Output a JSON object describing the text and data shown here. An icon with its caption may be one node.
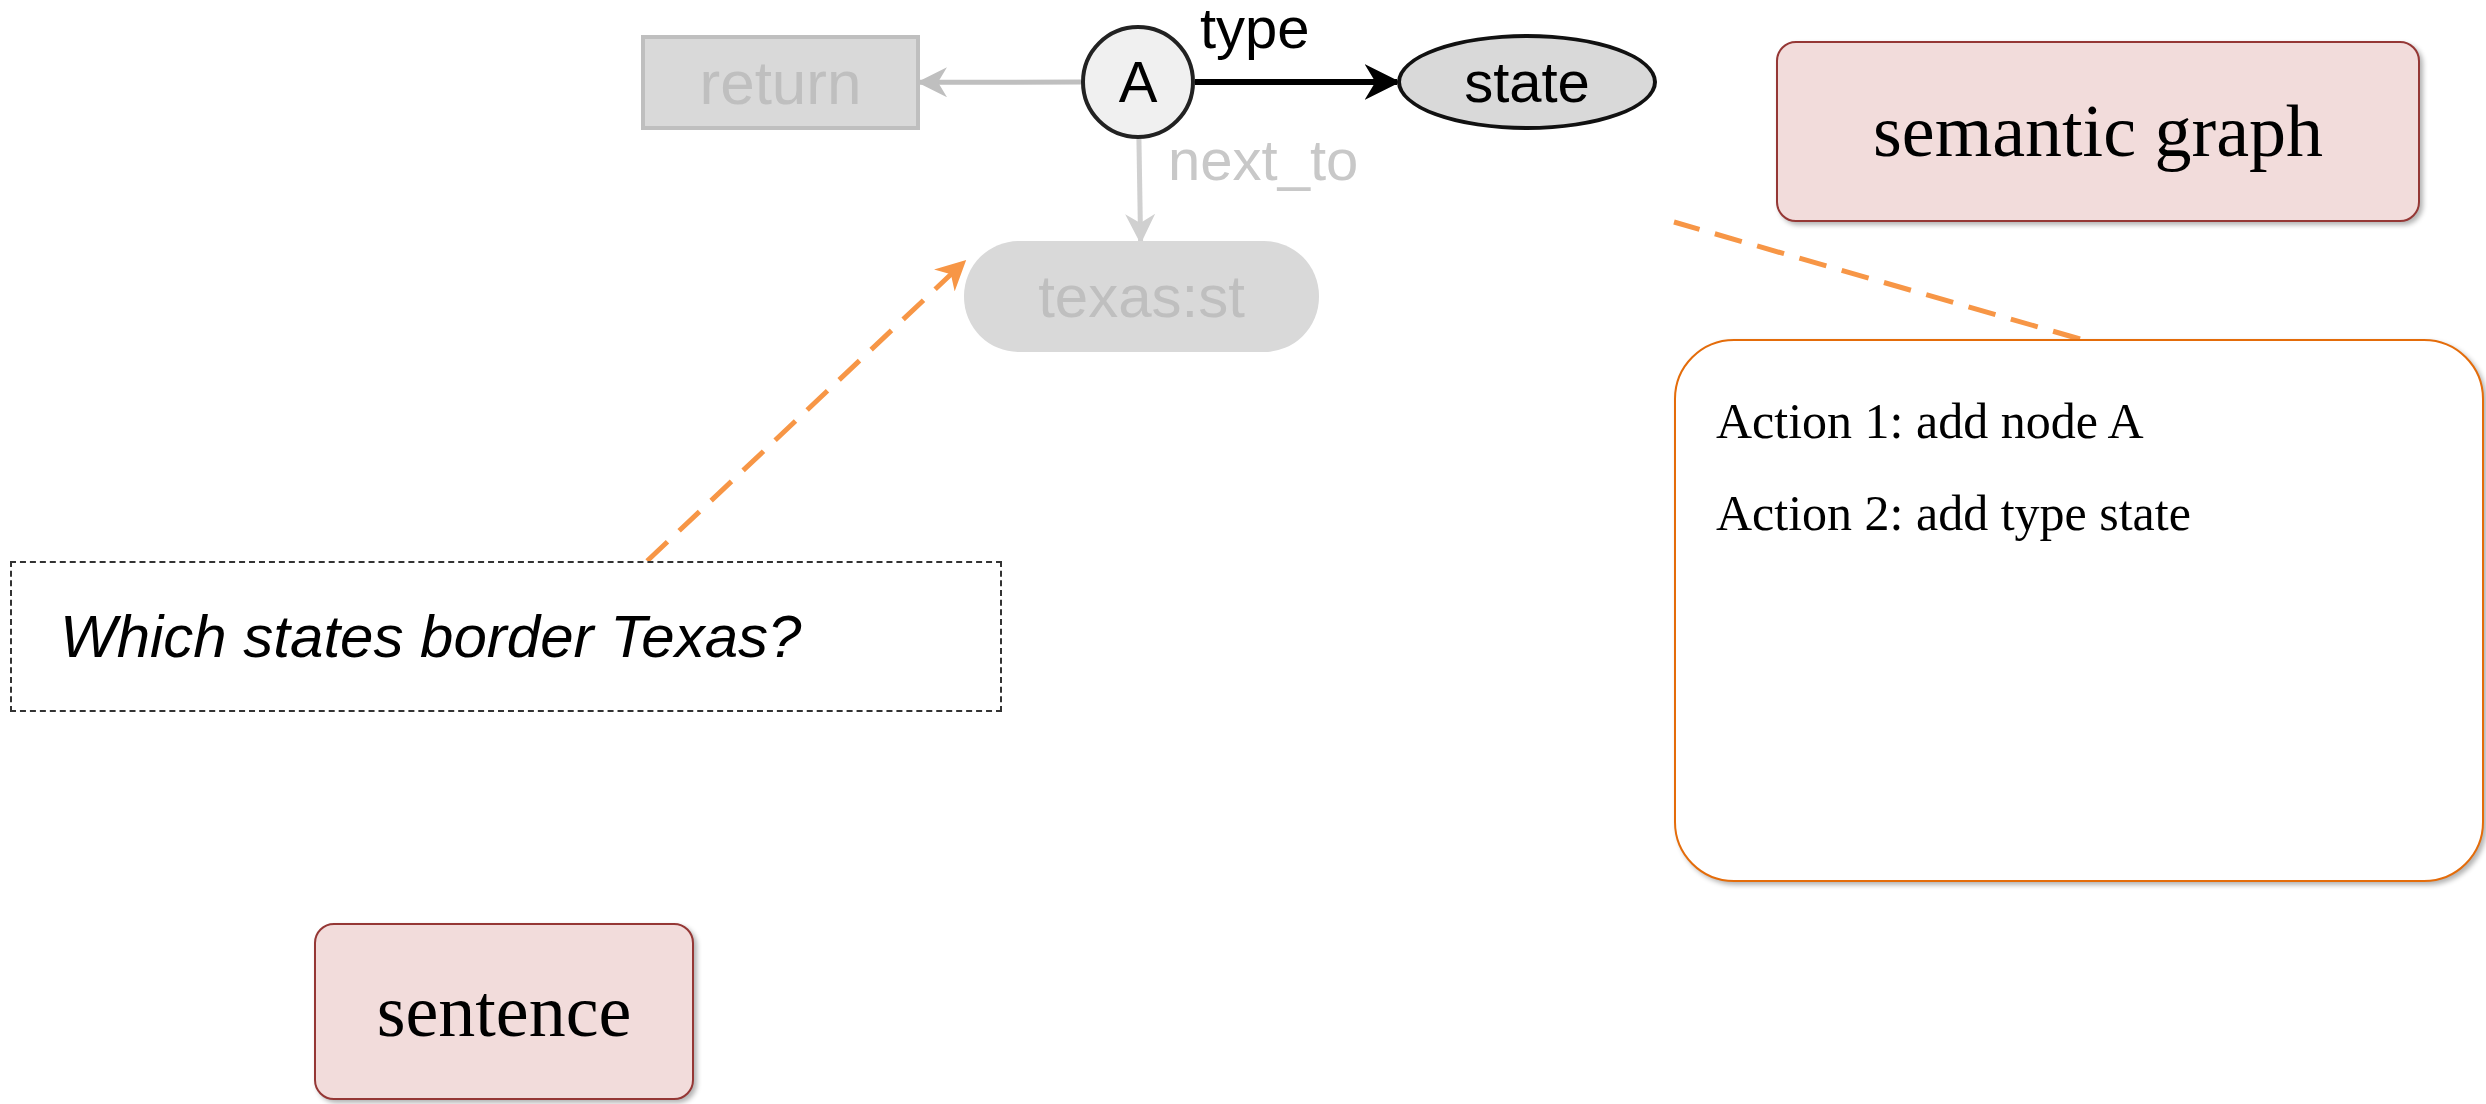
{
  "diagram": {
    "nodes": [
      {
        "text": [
          "return"
        ]
      },
      {
        "text": [
          "A"
        ]
      },
      {
        "text": [
          "state"
        ]
      },
      {
        "text": [
          "texas:st"
        ]
      },
      {
        "text": [
          "semantic graph"
        ]
      },
      {
        "text": [
          "Action 1: add node A",
          "Action 2: add type state"
        ]
      },
      {
        "text": [
          "Which states border Texas?"
        ]
      },
      {
        "text": [
          "sentence"
        ]
      }
    ],
    "edges": [
      {
        "from": 1,
        "to": 0,
        "arrow": "to",
        "color": "#bfbfbf"
      },
      {
        "from": 1,
        "to": 2,
        "arrow": "to",
        "label": "type",
        "color": "#000000"
      },
      {
        "from": 1,
        "to": 3,
        "arrow": "to",
        "label": "next_to",
        "color": "#d0d0d0"
      },
      {
        "from": 6,
        "to": 3,
        "arrow": "to",
        "style": "dashed",
        "color": "#f79646"
      },
      {
        "from": 5,
        "to": null,
        "arrow": "none",
        "style": "dashed",
        "color": "#f79646"
      }
    ]
  }
}
